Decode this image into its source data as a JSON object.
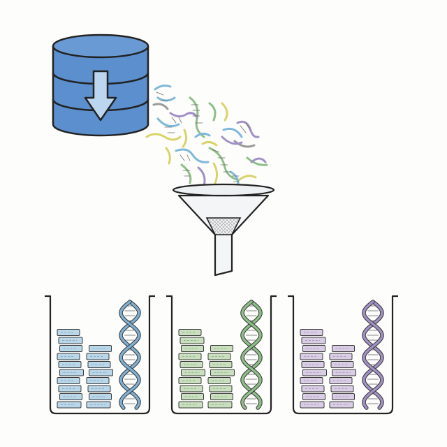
{
  "diagram": {
    "database": {
      "icon": "database-download-icon",
      "color": "#5b8fce",
      "arrow_color": "#bcd6ef"
    },
    "fragments": {
      "icon": "dna-fragments-icon",
      "colors": [
        "#7fb8d8",
        "#8fbf88",
        "#a191c4",
        "#d9d36a",
        "#4a4a4a"
      ]
    },
    "funnel": {
      "icon": "filter-funnel-icon",
      "fill": "#f3f5f6",
      "mesh": "#cccccc"
    },
    "bins": [
      {
        "name": "blue",
        "stack_color": "#b9d7ea",
        "helix_color": "#7fb0d3"
      },
      {
        "name": "green",
        "stack_color": "#c8e0bd",
        "helix_color": "#8fbf88"
      },
      {
        "name": "purple",
        "stack_color": "#d9cde6",
        "helix_color": "#a191c4"
      }
    ]
  }
}
